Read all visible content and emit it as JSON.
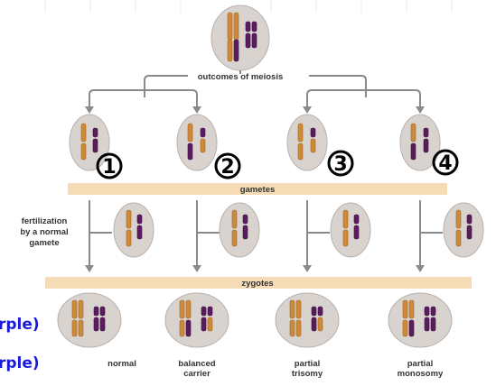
{
  "title_band": {
    "label": "outcomes of meiosis"
  },
  "bands": {
    "gametes": "gametes",
    "zygotes": "zygotes"
  },
  "fertilization_label": [
    "fertilization",
    "by a normal",
    "gamete"
  ],
  "gamete_numbers": [
    "1",
    "2",
    "3",
    "4"
  ],
  "zygote_labels": [
    [
      "normal"
    ],
    [
      "balanced",
      "carrier"
    ],
    [
      "partial",
      "trisomy"
    ],
    [
      "partial",
      "monosomy"
    ]
  ],
  "left_annotations": [
    "rple)",
    "rple)"
  ],
  "colors": {
    "orange": "#cc8a3a",
    "purple": "#5a1c5e",
    "band": "#f5dcb6",
    "cell": "#d9d3d0",
    "annotation": "#1a1adf"
  }
}
